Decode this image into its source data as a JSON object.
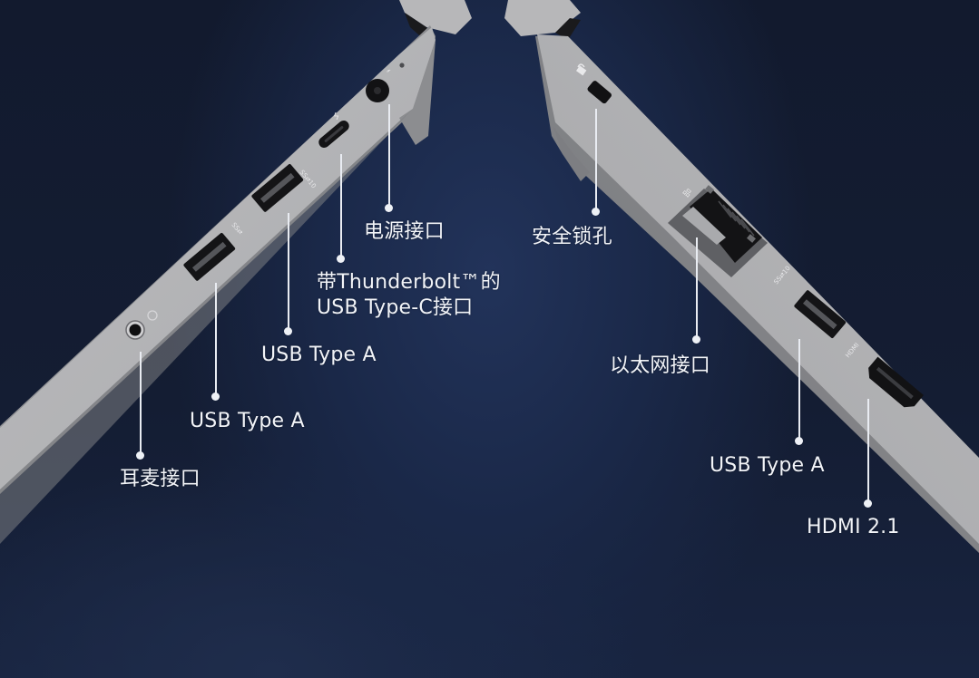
{
  "diagram": {
    "type": "laptop-port-callouts",
    "colors": {
      "background": "#16203a",
      "chassis_top": "#b4b4b6",
      "chassis_side": "#8e8f93",
      "port_dark": "#141416",
      "label_text": "#f2f4f8",
      "leader_line": "#e9ecf2"
    },
    "left_side": {
      "ports": [
        {
          "id": "power",
          "label": "电源接口",
          "icon": "dc-power-jack-icon"
        },
        {
          "id": "thunderbolt",
          "label_lines": [
            "带Thunderbolt™的",
            "USB Type-C接口"
          ],
          "icon": "usb-c-thunderbolt-icon"
        },
        {
          "id": "usb_a_upper",
          "label": "USB Type A",
          "icon": "usb-a-icon"
        },
        {
          "id": "usb_a_lower",
          "label": "USB Type A",
          "icon": "usb-a-icon"
        },
        {
          "id": "audio",
          "label": "耳麦接口",
          "icon": "headset-jack-icon"
        }
      ]
    },
    "right_side": {
      "ports": [
        {
          "id": "lock",
          "label": "安全锁孔",
          "icon": "security-lock-slot-icon"
        },
        {
          "id": "ethernet",
          "label": "以太网接口",
          "icon": "rj45-ethernet-icon"
        },
        {
          "id": "usb_a_right",
          "label": "USB Type A",
          "icon": "usb-a-icon"
        },
        {
          "id": "hdmi",
          "label": "HDMI 2.1",
          "icon": "hdmi-port-icon"
        }
      ]
    }
  }
}
